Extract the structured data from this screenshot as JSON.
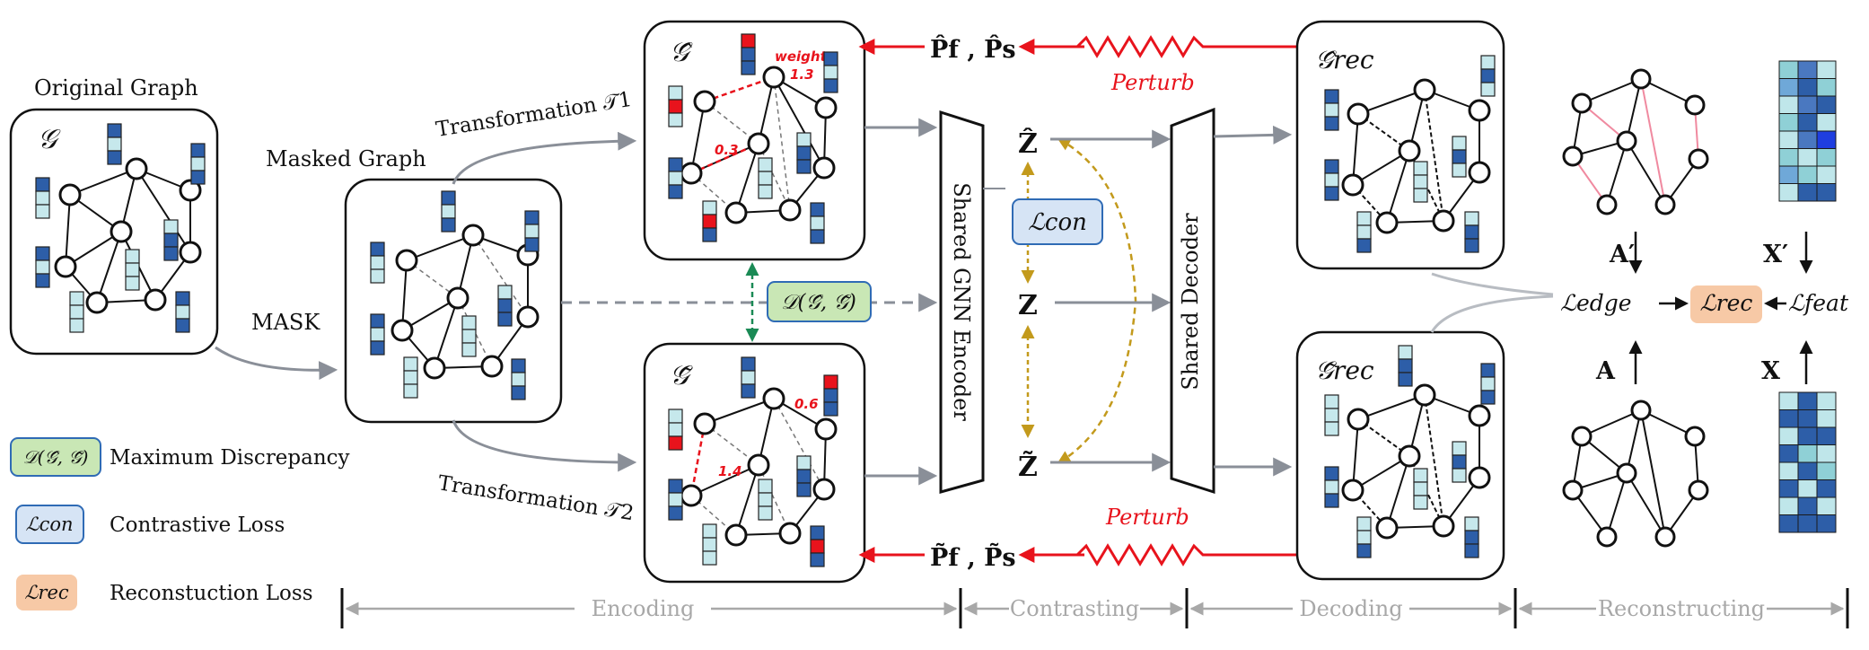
{
  "labels": {
    "original_graph": "Original Graph",
    "mask": "MASK",
    "masked_graph": "Masked Graph",
    "transformation_1": "Transformation 𝒯1",
    "transformation_2": "Transformation 𝒯2",
    "encoder": "Shared GNN Encoder",
    "decoder": "Shared Decoder",
    "perturb_top": "Perturb",
    "perturb_bottom": "Perturb"
  },
  "math": {
    "g": "𝒢",
    "g_hat": "𝒢̂",
    "g_tilde": "𝒢̃",
    "g_rec_hat": "𝒢̂rec",
    "g_rec_tilde": "𝒢̃rec",
    "p_hat": "P̂f , P̂s",
    "p_tilde": "P̃f , P̃s",
    "z_hat": "Ẑ",
    "z": "Z",
    "z_tilde": "Z̃",
    "l_con": "ℒcon",
    "discrepancy": "𝒟(𝒢̂, 𝒢̃)",
    "a_prime": "A′",
    "x_prime": "X′",
    "a": "A",
    "x": "X",
    "l_edge": "ℒedge",
    "l_rec": "ℒrec",
    "l_feat": "ℒfeat"
  },
  "weights": [
    "weight",
    "1.3",
    "0.3",
    "0.6",
    "1.4"
  ],
  "legend": [
    {
      "symbol": "𝒟(𝒢̂, 𝒢̃)",
      "text": "Maximum Discrepancy",
      "color": "#c9e7b5",
      "border": "#2f6bb5"
    },
    {
      "symbol": "ℒcon",
      "text": "Contrastive Loss",
      "color": "#d6e4f5",
      "border": "#2f6bb5"
    },
    {
      "symbol": "ℒrec",
      "text": "Reconstuction Loss",
      "color": "#f7c9a6",
      "border": "#f7c9a6"
    }
  ],
  "stages": [
    "Encoding",
    "Contrasting",
    "Decoding",
    "Reconstructing"
  ],
  "colors": {
    "arrow_gray": "#8a8f98",
    "red": "#e8131c",
    "gold": "#c39a1c",
    "green": "#1a8a55",
    "feat_dark": "#2d5ea8",
    "feat_light": "#c6e8ec",
    "pink_edge": "#f08aa0"
  }
}
